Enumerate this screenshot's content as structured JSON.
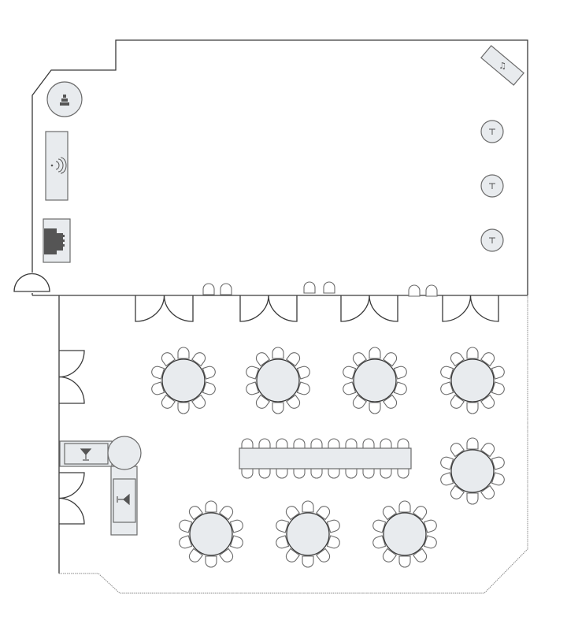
{
  "floor_plan": {
    "colors": {
      "wall": "#3a3a3a",
      "furniture_fill": "#e8ebee",
      "furniture_stroke": "#6b6b6b",
      "icon": "#555555",
      "background": "#ffffff"
    },
    "round_tables": {
      "count": 8,
      "chairs_per_table": 10
    },
    "banquet_table": {
      "count": 1,
      "chairs_per_side": 10
    },
    "cocktail_tables": {
      "count": 3,
      "icon": "cocktail-table-icon"
    },
    "bars": {
      "count": 2,
      "icons": [
        "martini-icon",
        "martini-icon"
      ]
    },
    "cake_table": {
      "icon": "cake-icon"
    },
    "dj_booth": {
      "icon": "speaker-icon"
    },
    "piano": {
      "icon": "piano-icon"
    },
    "music_stand": {
      "icon": "music-note-icon"
    },
    "double_doors": 6,
    "wall_chair_pairs": 3
  }
}
